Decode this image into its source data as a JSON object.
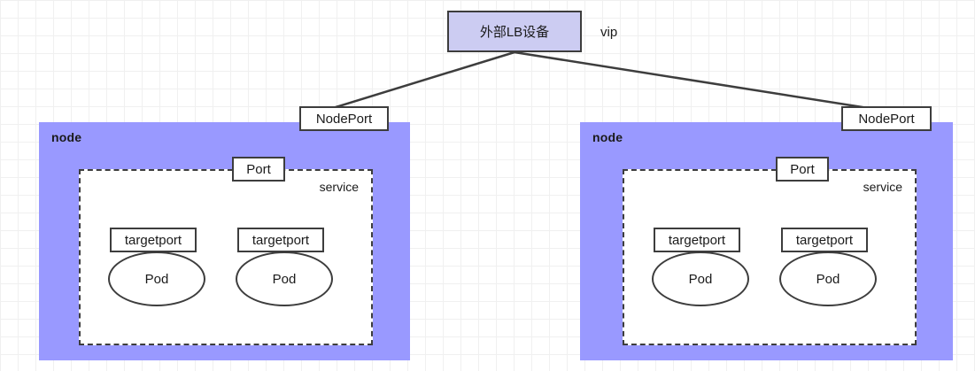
{
  "diagram": {
    "title_box": {
      "label": "外部LB设备",
      "vip_label": "vip",
      "fill": "#ccccf2",
      "stroke": "#3d3d3d"
    },
    "node_fill": "#9999ff",
    "background": "#ffffff",
    "grid_color": "#f0f0f0",
    "groups": [
      {
        "label": "node",
        "nodeport_label": "NodePort",
        "port_label": "Port",
        "service_label": "service",
        "pods": [
          {
            "targetport_label": "targetport",
            "pod_label": "Pod"
          },
          {
            "targetport_label": "targetport",
            "pod_label": "Pod"
          }
        ]
      },
      {
        "label": "node",
        "nodeport_label": "NodePort",
        "port_label": "Port",
        "service_label": "service",
        "pods": [
          {
            "targetport_label": "targetport",
            "pod_label": "Pod"
          },
          {
            "targetport_label": "targetport",
            "pod_label": "Pod"
          }
        ]
      }
    ]
  }
}
